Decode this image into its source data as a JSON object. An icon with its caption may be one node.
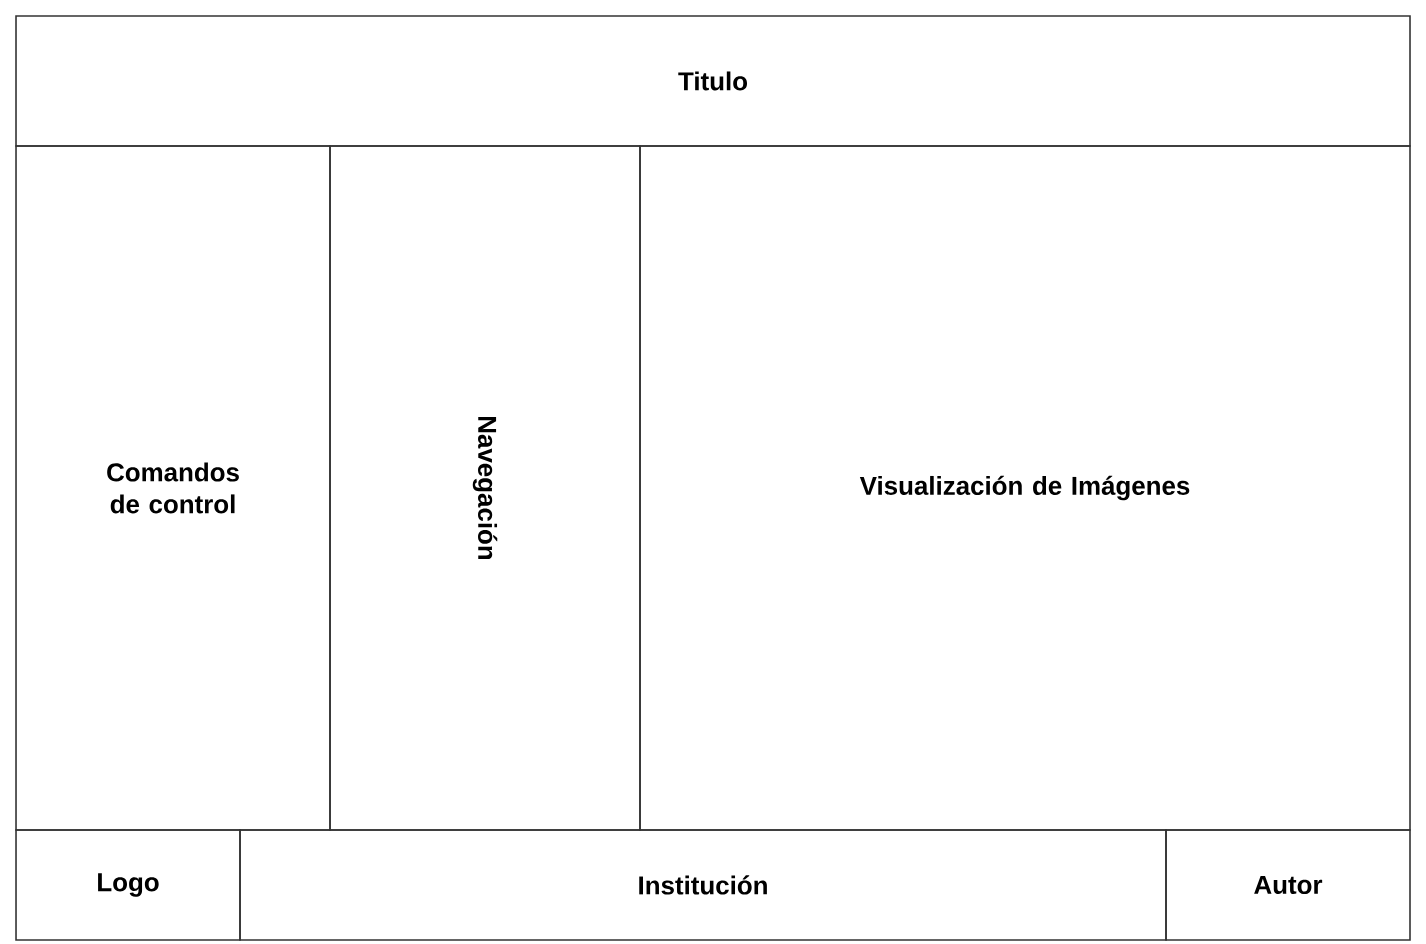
{
  "diagram": {
    "nodes": [
      {
        "text": [
          "Titulo"
        ]
      },
      {
        "text": [
          "Comandos de control"
        ]
      },
      {
        "text": [
          "Navegación"
        ]
      },
      {
        "text": [
          "Visualización de Imágenes"
        ]
      },
      {
        "text": [
          "Logo"
        ]
      },
      {
        "text": [
          "Institución"
        ]
      },
      {
        "text": [
          "Autor"
        ]
      }
    ]
  }
}
